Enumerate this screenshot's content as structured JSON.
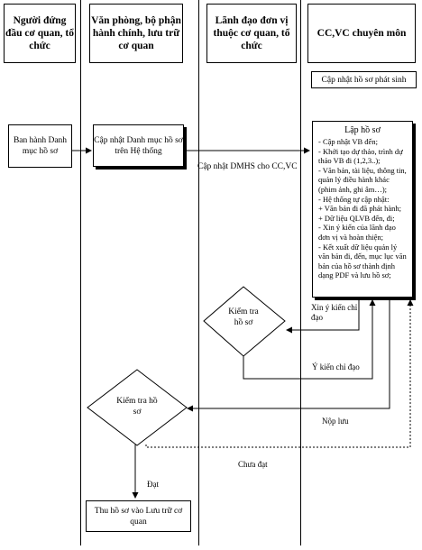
{
  "lanes": [
    "Người đứng đầu cơ quan, tổ chức",
    "Văn phòng, bộ phận hành chính, lưu trữ cơ quan",
    "Lãnh đạo đơn vị thuộc cơ quan, tổ chức",
    "CC,VC chuyên môn"
  ],
  "nodes": {
    "update_records": "Cập nhật hồ sơ phát sinh",
    "issue_list": "Ban hành Danh mục hồ sơ",
    "update_list": "Cập nhật Danh mục hồ sơ trên Hệ thống",
    "records_title": "Lập hồ sơ",
    "records_items": [
      "- Cập nhật VB đến;",
      "- Khởi tạo dự thảo, trình dự thảo VB đi (1,2,3..);",
      "- Văn bản, tài liệu, thông tin, quản lý điều hành khác (phim ảnh, ghi âm…);",
      "- Hệ thống tự cập nhật:",
      "+ Văn bản đi đã phát hành;",
      "+ Dữ liệu QLVB đến, đi;",
      "- Xin ý kiến của lãnh đạo đơn vị và hoàn thiện;",
      "- Kết xuất dữ liệu quản lý văn bản đi, đến, mục lục văn bản của hồ sơ thành định dạng PDF và lưu hồ sơ;"
    ],
    "check_unit": "Kiểm tra hồ sơ",
    "check_office": "Kiểm tra hồ sơ",
    "archive": "Thu hồ sơ vào Lưu trữ cơ quan"
  },
  "edges": {
    "send_list": "Cập nhật DMHS cho CC,VC",
    "ask_opinion": "Xin ý kiến chỉ đạo",
    "opinion": "Ý kiến chỉ đạo",
    "submit": "Nộp lưu",
    "fail": "Chưa đạt",
    "pass": "Đạt"
  }
}
